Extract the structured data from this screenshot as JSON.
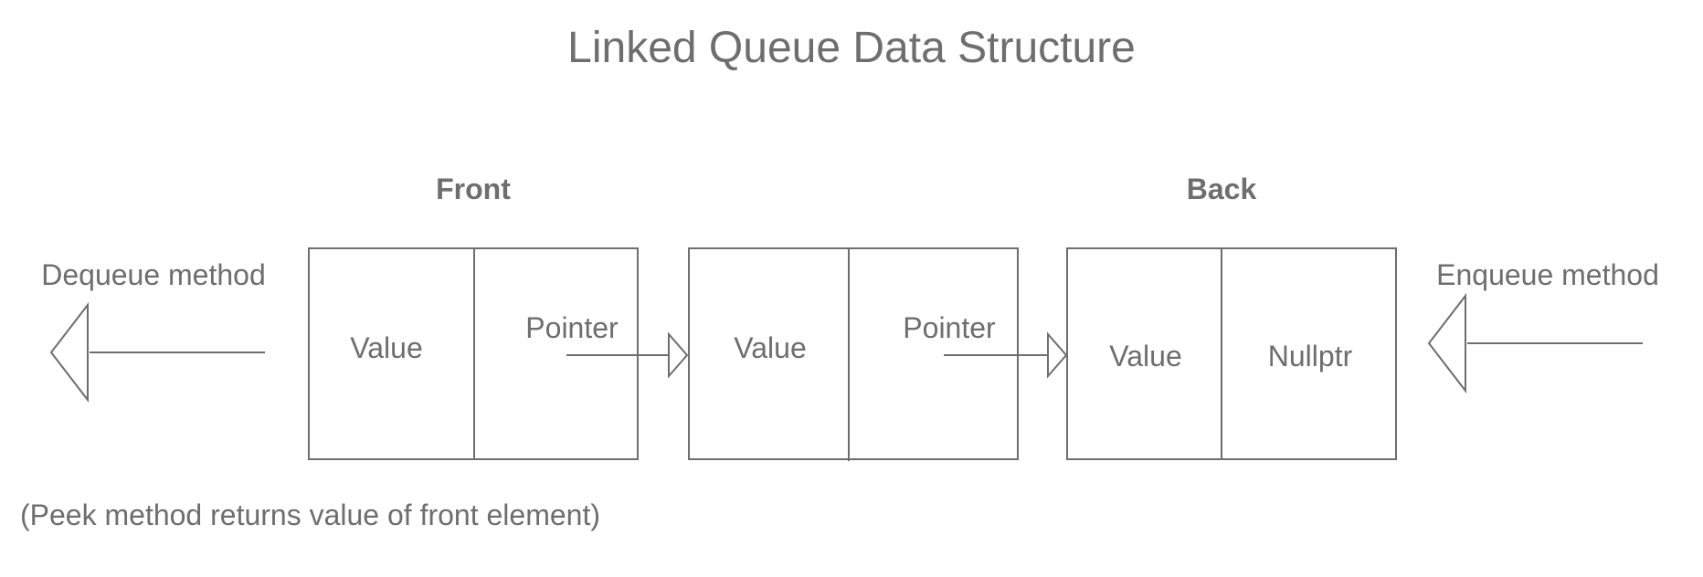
{
  "title": "Linked Queue Data Structure",
  "labels": {
    "front": "Front",
    "back": "Back",
    "dequeue": "Dequeue method",
    "enqueue": "Enqueue method"
  },
  "nodes": [
    {
      "value": "Value",
      "next": "Pointer"
    },
    {
      "value": "Value",
      "next": "Pointer"
    },
    {
      "value": "Value",
      "next": "Nullptr"
    }
  ],
  "note": "(Peek method returns value of front element)"
}
